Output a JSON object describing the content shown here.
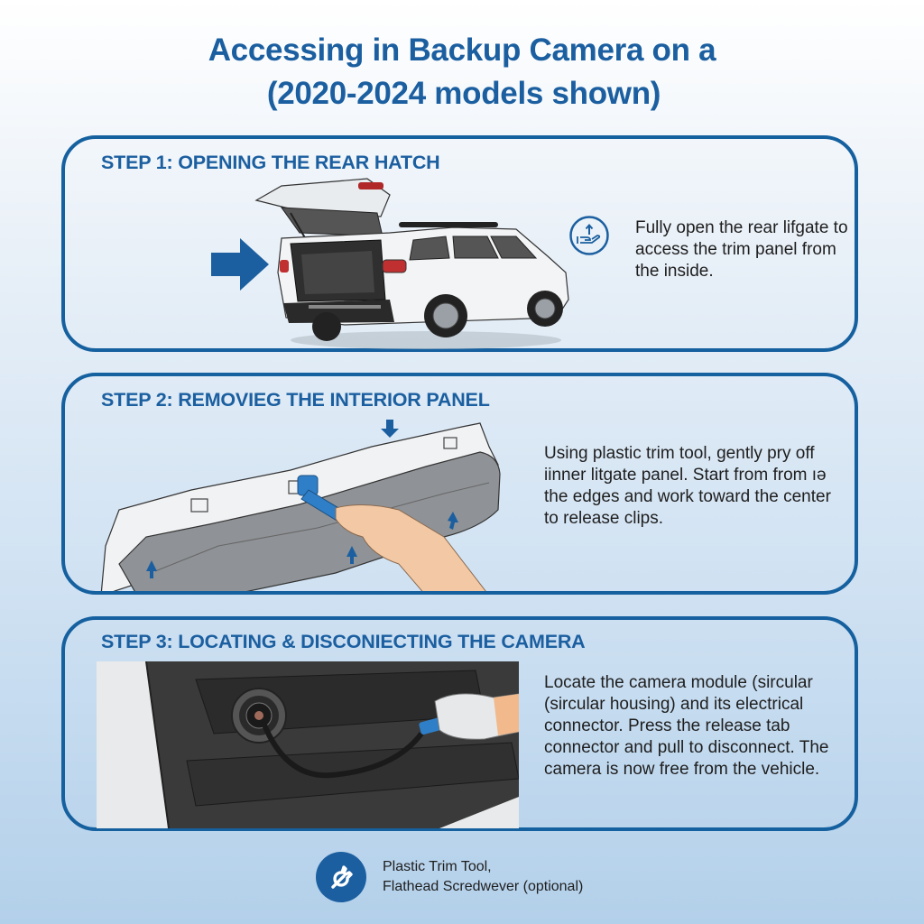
{
  "header": {
    "title_line1": "Accessing in Backup Camera on a",
    "title_line2": "(2020-2024 models shown)"
  },
  "steps": [
    {
      "title": "STEP 1: OPENING THE REAR HATCH",
      "description": "Fully open the rear lifgate to access the trim panel from the inside.",
      "illustration": "suv-rear-hatch-open",
      "icon": "hand-lift-icon"
    },
    {
      "title": "STEP 2: REMOVIEG THE INTERIOR PANEL",
      "description": "Using plastic trim tool, gently pry off iinner litgate panel. Start from from ıə the edges and work toward the center to release clips.",
      "illustration": "trim-tool-prying-panel"
    },
    {
      "title": "STEP 3: LOCATING & DISCONIECTING THE CAMERA",
      "description": "Locate the camera module (sircular (sircular housing) and its electrical connector. Press the release tab connector and pull to disconnect. The camera is now free from the vehicle.",
      "illustration": "camera-connector-disconnect"
    }
  ],
  "tools": {
    "icon": "wrench-icon",
    "line1": "Plastic Trim Tool,",
    "line2": "Flathead Scredwever (optional)"
  },
  "colors": {
    "accent": "#1b5fa0",
    "border": "#15609f",
    "text": "#1e1e1e",
    "bg_top": "#ffffff",
    "bg_bottom": "#b3d0ea",
    "tool_blue": "#2f7fc8"
  }
}
